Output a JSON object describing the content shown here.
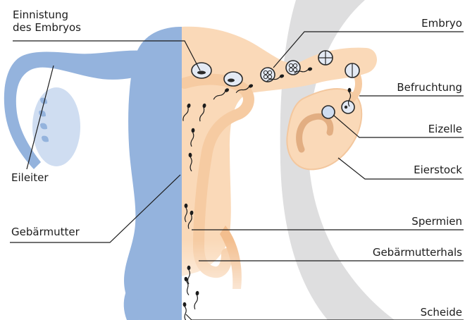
{
  "labels": {
    "implantation_line1": "Einnistung",
    "implantation_line2": "des Embryos",
    "fallopian_tube": "Eileiter",
    "uterus": "Gebärmutter",
    "embryo": "Embryo",
    "fertilization": "Befruchtung",
    "egg_cell": "Eizelle",
    "ovary": "Eierstock",
    "sperm": "Spermien",
    "cervix": "Gebärmutterhals",
    "vagina": "Scheide"
  },
  "colors": {
    "organ_blue": "#94B3DD",
    "organ_blue_light": "#CFDDF1",
    "organ_peach": "#FAD9B8",
    "organ_peach_dark": "#F3BE8E",
    "ovary_inner": "#E2AE82",
    "backdrop_arc": "#DEDEDF",
    "leader_line": "#1c1c1c"
  }
}
